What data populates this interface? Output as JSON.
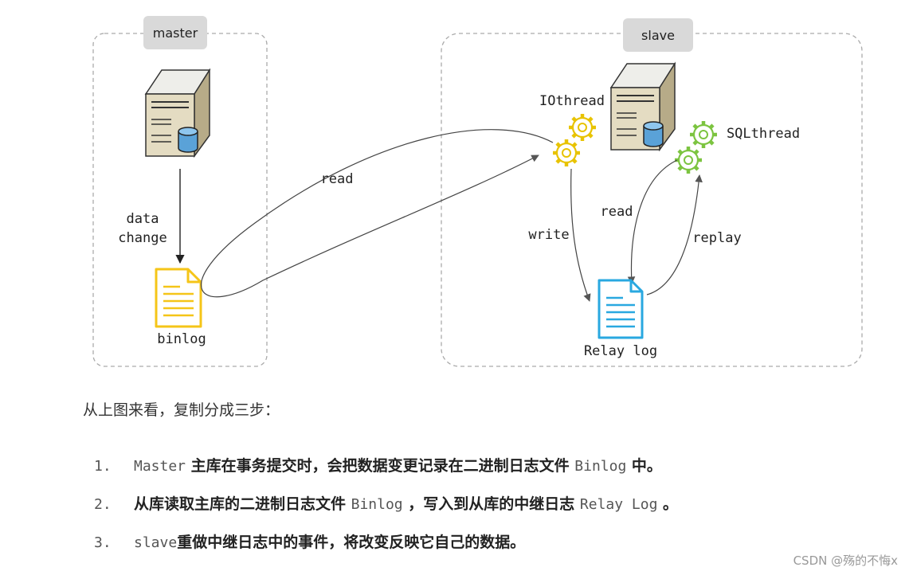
{
  "diagram": {
    "master_label": "master",
    "slave_label": "slave",
    "data_change_line1": "data",
    "data_change_line2": "change",
    "binlog_label": "binlog",
    "read_master_label": "read",
    "iothread_label": "IOthread",
    "sqlthread_label": "SQLthread",
    "write_label": "write",
    "read_slave_label": "read",
    "replay_label": "replay",
    "relay_log_label": "Relay log",
    "colors": {
      "binlog_icon": "#f5c518",
      "relay_icon": "#29a8e0",
      "io_gear": "#e8c300",
      "sql_gear": "#7cc440",
      "label_bg": "#d9d9d9",
      "dashed_border": "#aaaaaa"
    }
  },
  "intro_text": "从上图来看，复制分成三步：",
  "steps": [
    {
      "num": "1.",
      "code1": "Master",
      "text1": " 主库在事务提交时，会把数据变更记录在二进制日志文件 ",
      "code2": "Binlog",
      "text2": " 中。"
    },
    {
      "num": "2.",
      "text1": "从库读取主库的二进制日志文件 ",
      "code1": "Binlog",
      "text2": " ，写入到从库的中继日志 ",
      "code2": "Relay Log",
      "text3": " 。"
    },
    {
      "num": "3.",
      "code1": "slave",
      "text1": "重做中继日志中的事件，将改变反映它自己的数据。"
    }
  ],
  "watermark": "CSDN @殇的不悔x"
}
